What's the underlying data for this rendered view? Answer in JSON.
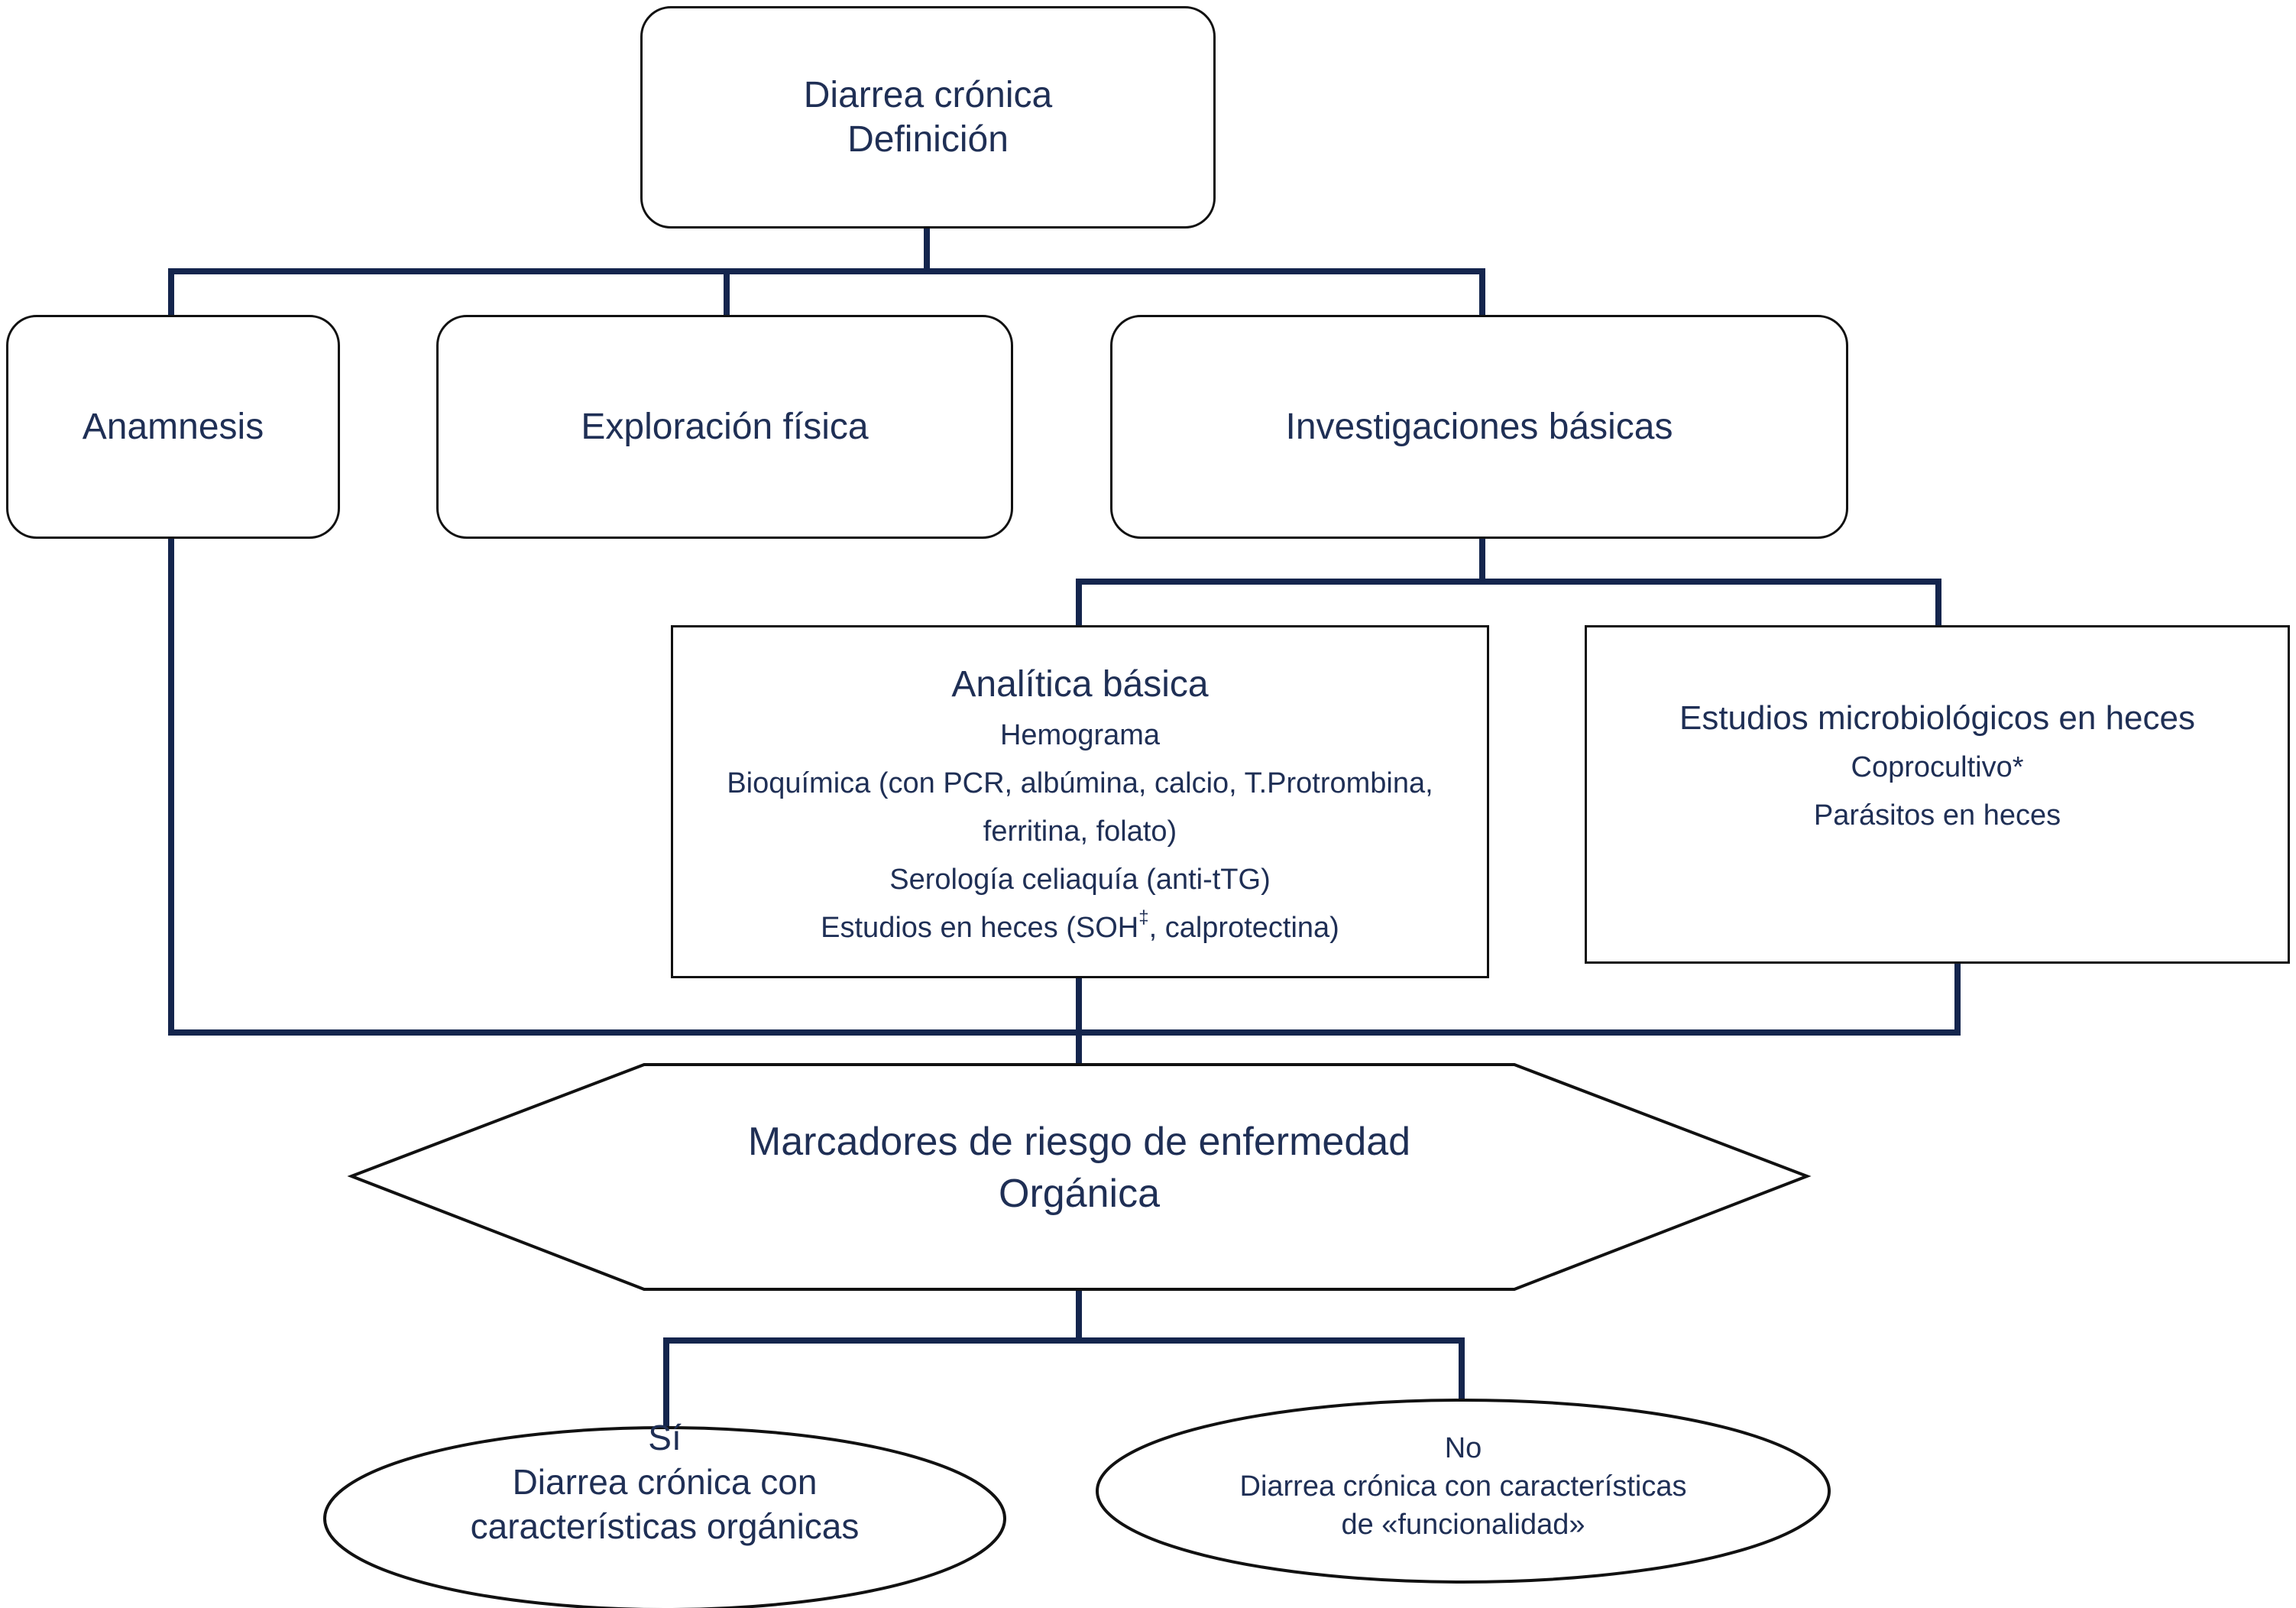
{
  "colors": {
    "connector": "#14254d",
    "border": "#111111",
    "text": "#1f2f55"
  },
  "nodes": {
    "root": {
      "line1": "Diarrea crónica",
      "line2": "Definición"
    },
    "anamnesis": {
      "label": "Anamnesis"
    },
    "exploracion": {
      "label": "Exploración física"
    },
    "investigaciones": {
      "label": "Investigaciones básicas"
    },
    "analitica": {
      "title": "Analítica básica",
      "items": [
        "Hemograma",
        "Bioquímica (con PCR, albúmina, calcio, T.Protrombina,",
        "ferritina, folato)",
        "Serología celiaquía (anti-tTG)"
      ],
      "heces_prefix": "Estudios en heces (SOH",
      "heces_sup": "‡",
      "heces_suffix": ", calprotectina)"
    },
    "microbiologicos": {
      "title": "Estudios microbiológicos en heces",
      "items": [
        "Coprocultivo*",
        "Parásitos en heces"
      ]
    },
    "marcadores": {
      "line1": "Marcadores de riesgo de enfermedad",
      "line2": "Orgánica"
    },
    "si": {
      "answer": "Sí",
      "line1": "Diarrea crónica con",
      "line2": "características orgánicas"
    },
    "no": {
      "answer": "No",
      "line1": "Diarrea crónica con características",
      "line2": "de «funcionalidad»"
    }
  }
}
